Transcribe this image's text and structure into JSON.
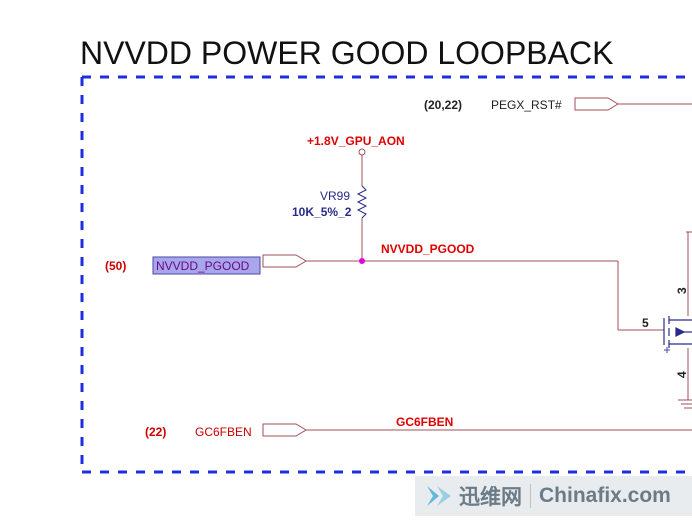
{
  "title": "NVVDD POWER GOOD LOOPBACK",
  "signals": {
    "pegx_rst": {
      "ref": "(20,22)",
      "name": "PEGX_RST#"
    },
    "power_rail": {
      "name": "+1.8V_GPU_AON"
    },
    "resistor": {
      "designator": "VR99",
      "value": "10K_5%_2"
    },
    "nvvdd_input": {
      "ref": "(50)",
      "name": "NVVDD_PGOOD"
    },
    "nvvdd_net": {
      "name": "NVVDD_PGOOD"
    },
    "gc6fben_input": {
      "ref": "(22)",
      "name": "GC6FBEN"
    },
    "gc6fben_net": {
      "name": "GC6FBEN"
    }
  },
  "transistor": {
    "pin_gate": "5",
    "pin_drain": "3",
    "pin_source": "4"
  },
  "watermark": {
    "cn": "迅维网",
    "en": "Chinafix.com"
  },
  "colors": {
    "title": "#111111",
    "dashed_border": "#1d2ee0",
    "net_label": "#e00000",
    "ref_label": "#cc0000",
    "black_label": "#222222",
    "resistor_text": "#2a2a8a",
    "wire": "#a0505a",
    "junction": "#e000e0",
    "highlight": "#a9a6ea"
  }
}
